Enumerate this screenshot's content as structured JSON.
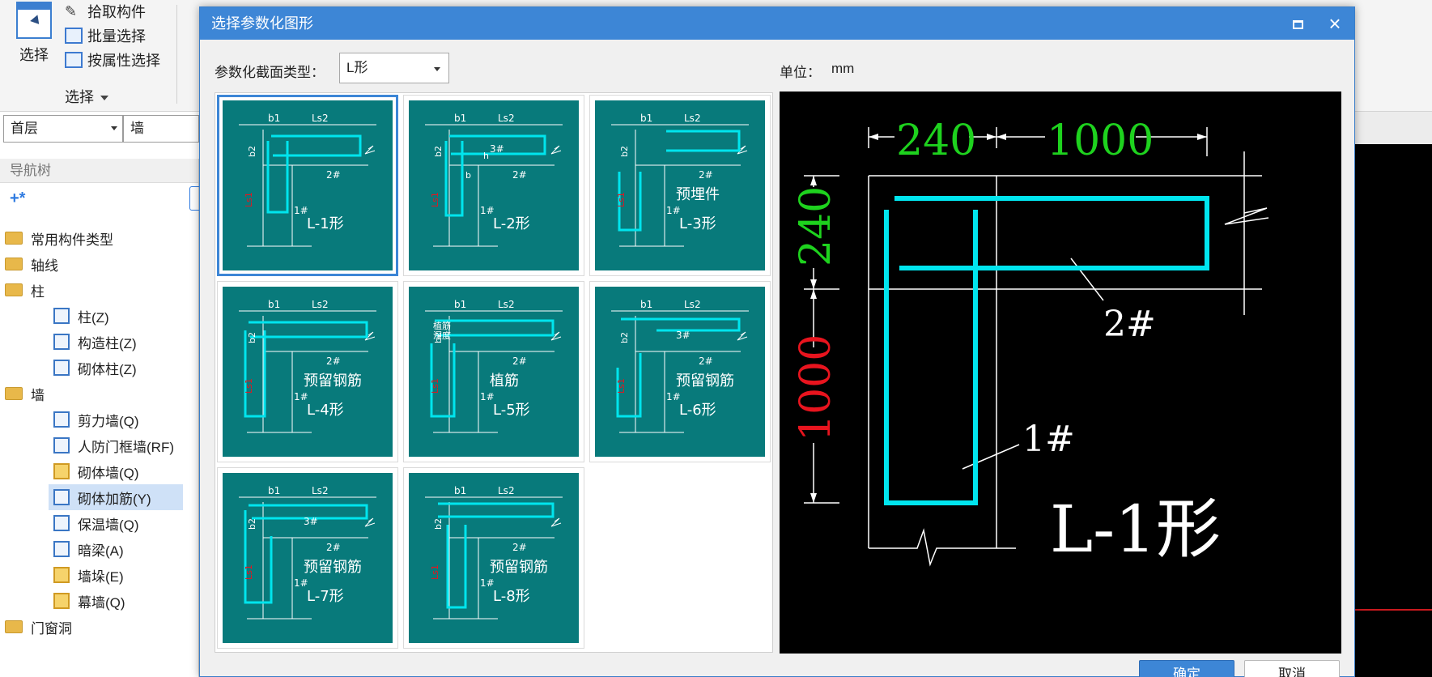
{
  "ribbon": {
    "select_big": "选择",
    "pick_component": "拾取构件",
    "batch_select": "批量选择",
    "attr_select": "按属性选择",
    "group_label": "选择"
  },
  "floor_bar": {
    "floor": "首层",
    "category": "墙"
  },
  "nav": {
    "title": "导航树",
    "items": [
      {
        "label": "常用构件类型"
      },
      {
        "label": "轴线"
      },
      {
        "label": "柱"
      },
      {
        "label": "柱(Z)"
      },
      {
        "label": "构造柱(Z)"
      },
      {
        "label": "砌体柱(Z)"
      },
      {
        "label": "墙"
      },
      {
        "label": "剪力墙(Q)"
      },
      {
        "label": "人防门框墙(RF)"
      },
      {
        "label": "砌体墙(Q)"
      },
      {
        "label": "砌体加筋(Y)"
      },
      {
        "label": "保温墙(Q)"
      },
      {
        "label": "暗梁(A)"
      },
      {
        "label": "墙垛(E)"
      },
      {
        "label": "幕墙(Q)"
      },
      {
        "label": "门窗洞"
      }
    ]
  },
  "dialog": {
    "title": "选择参数化图形",
    "type_label": "参数化截面类型：",
    "type_value": "L形",
    "unit_label": "单位：",
    "unit_value": "mm",
    "ok": "确定",
    "cancel": "取消",
    "thumbnails": [
      {
        "name": "L-1形",
        "caption": "",
        "labels": {
          "b1": "b1",
          "ls2": "Ls2",
          "b2": "b2",
          "ls1": "Ls1",
          "bar1": "1#",
          "bar2": "2#"
        }
      },
      {
        "name": "L-2形",
        "caption": "",
        "labels": {
          "b1": "b1",
          "ls2": "Ls2",
          "b2": "b2",
          "ls1": "Ls1",
          "bar1": "1#",
          "bar2": "2#",
          "bar3": "3#",
          "b": "b",
          "h": "h"
        }
      },
      {
        "name": "L-3形",
        "caption": "预埋件",
        "labels": {
          "b1": "b1",
          "ls2": "Ls2",
          "b2": "b2",
          "ls1": "Ls1",
          "bar1": "1#",
          "bar2": "2#"
        }
      },
      {
        "name": "L-4形",
        "caption": "预留钢筋",
        "labels": {
          "b1": "b1",
          "ls2": "Ls2",
          "b2": "b2",
          "ls1": "Ls1",
          "bar1": "1#",
          "bar2": "2#"
        }
      },
      {
        "name": "L-5形",
        "caption": "植筋",
        "labels": {
          "b1": "b1",
          "ls2": "Ls2",
          "b2": "b2",
          "ls1": "Ls1",
          "bar1": "1#",
          "bar2": "2#",
          "depth1": "植筋",
          "depth2": "深度"
        }
      },
      {
        "name": "L-6形",
        "caption": "预留钢筋",
        "labels": {
          "b1": "b1",
          "ls2": "Ls2",
          "b2": "b2",
          "ls1": "Ls1",
          "bar1": "1#",
          "bar2": "2#",
          "bar3": "3#"
        }
      },
      {
        "name": "L-7形",
        "caption": "预留钢筋",
        "labels": {
          "b1": "b1",
          "ls2": "Ls2",
          "b2": "b2",
          "ls1": "Ls1",
          "bar1": "1#",
          "bar2": "2#",
          "bar3": "3#"
        }
      },
      {
        "name": "L-8形",
        "caption": "预留钢筋",
        "labels": {
          "b1": "b1",
          "ls2": "Ls2",
          "b2": "b2",
          "ls1": "Ls1",
          "bar1": "1#",
          "bar2": "2#"
        }
      }
    ],
    "preview": {
      "name": "L-1形",
      "top_left_dim": "240",
      "top_right_dim": "1000",
      "left_top_dim": "240",
      "left_bottom_dim": "1000",
      "bar1": "1#",
      "bar2": "2#"
    }
  },
  "colors": {
    "tile": "#087a7b",
    "rebar": "#00e5ee",
    "dim_green": "#1ed21e",
    "dim_red": "#e8141e",
    "accent": "#3d86d6"
  }
}
